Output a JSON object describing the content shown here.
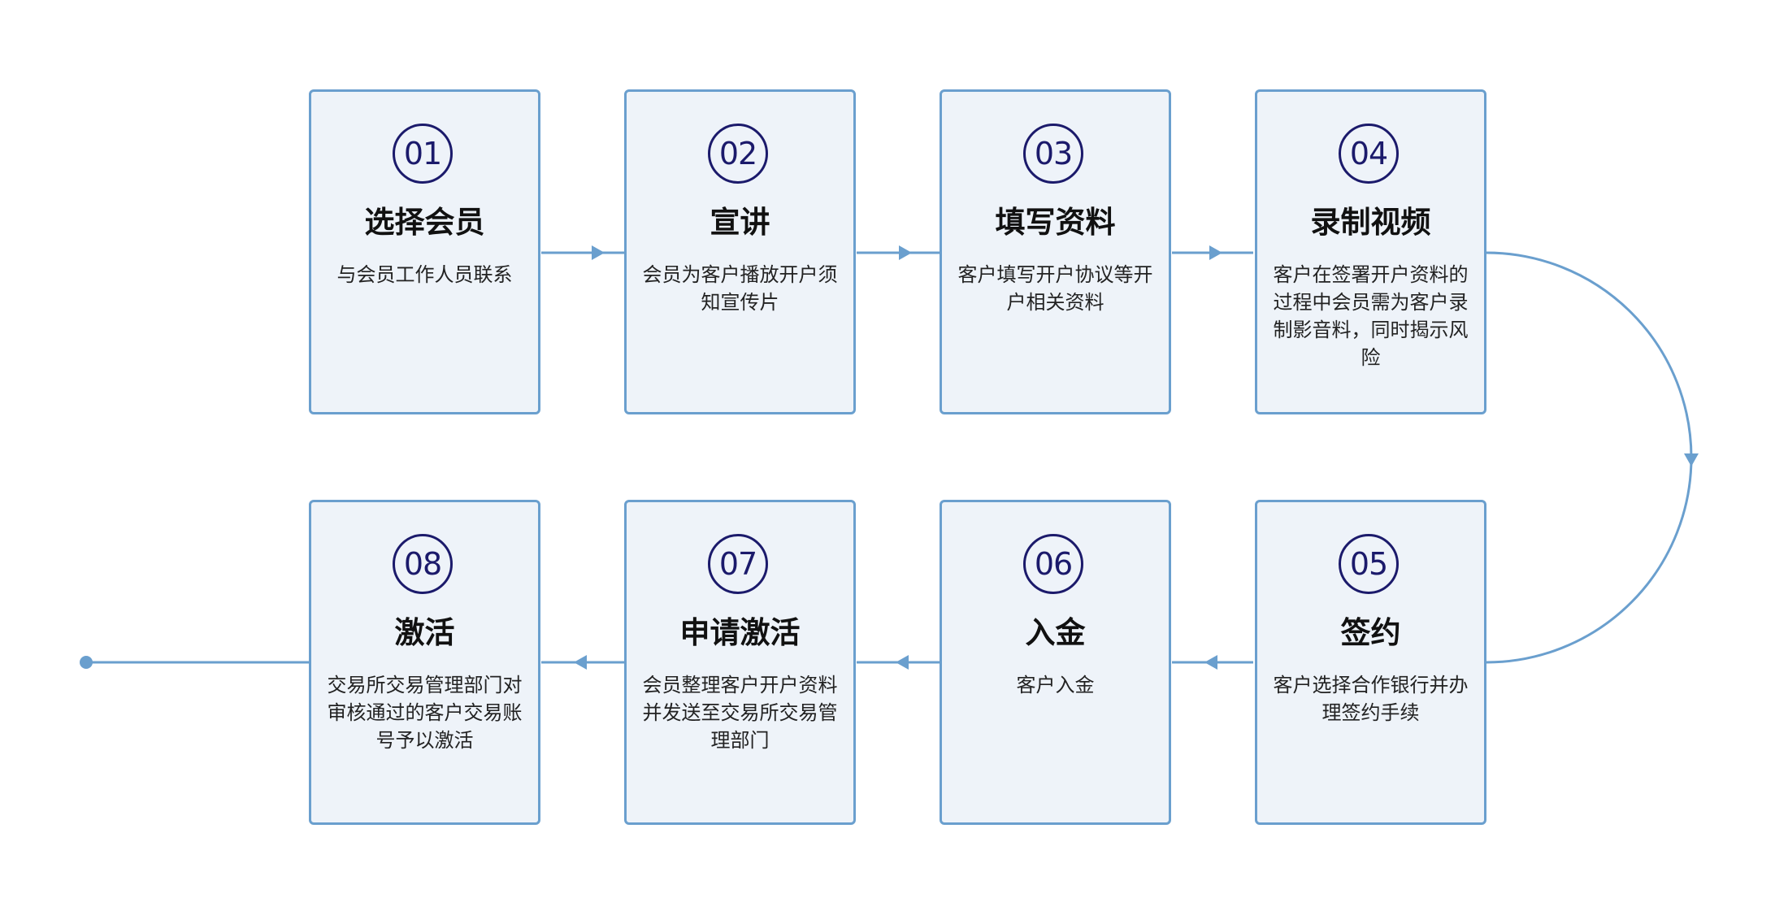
{
  "colors": {
    "card_fill": "#eef3f9",
    "card_border": "#6a9fce",
    "connector": "#6a9fce",
    "badge": "#1b1a6b",
    "title_text": "#111111",
    "desc_text": "#222222"
  },
  "steps": [
    {
      "num": "01",
      "title": "选择会员",
      "desc": "与会员工作人员联系"
    },
    {
      "num": "02",
      "title": "宣讲",
      "desc": "会员为客户播放开户须知宣传片"
    },
    {
      "num": "03",
      "title": "填写资料",
      "desc": "客户填写开户协议等开户相关资料"
    },
    {
      "num": "04",
      "title": "录制视频",
      "desc": "客户在签署开户资料的过程中会员需为客户录制影音料，同时揭示风险"
    },
    {
      "num": "05",
      "title": "签约",
      "desc": "客户选择合作银行并办理签约手续"
    },
    {
      "num": "06",
      "title": "入金",
      "desc": "客户入金"
    },
    {
      "num": "07",
      "title": "申请激活",
      "desc": "会员整理客户开户资料并发送至交易所交易管理部门"
    },
    {
      "num": "08",
      "title": "激活",
      "desc": "交易所交易管理部门对审核通过的客户交易账号予以激活"
    }
  ]
}
